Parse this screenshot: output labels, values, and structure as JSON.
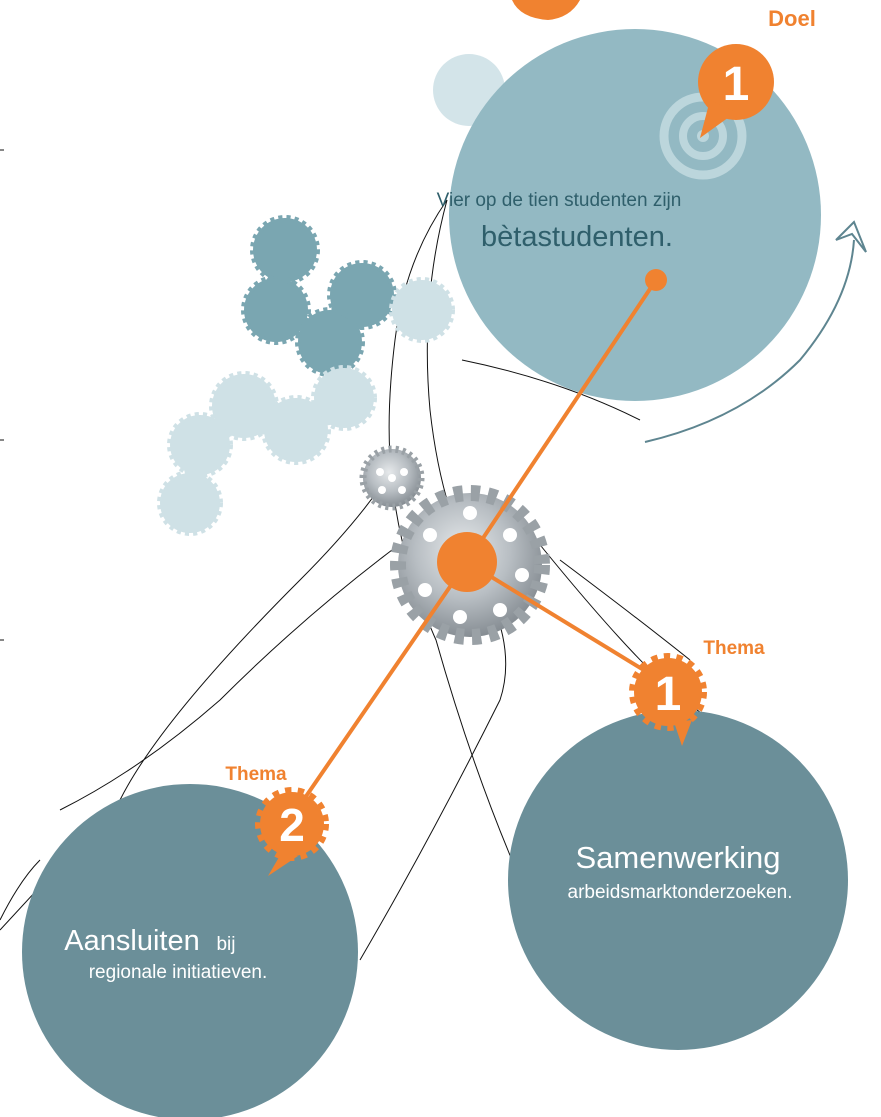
{
  "doel": {
    "label": "Doel",
    "number": "1",
    "text_small": "Vier op de tien studenten zijn",
    "text_large": "bètastudenten."
  },
  "themes": [
    {
      "label": "Thema",
      "number": "1",
      "title": "Samenwerking",
      "subtitle": "arbeidsmarktonderzoeken."
    },
    {
      "label": "Thema",
      "number": "2",
      "title": "Aansluiten",
      "title_suffix": "bij",
      "subtitle": "regionale initiatieven."
    }
  ],
  "colors": {
    "orange": "#f08230",
    "goal_circle": "#93b9c3",
    "theme_circle": "#6b8f99",
    "gear_dark": "#7aa6b1",
    "gear_light": "#cfe1e6"
  },
  "icons": [
    "target-icon",
    "gear-icon",
    "arrow-icon"
  ]
}
